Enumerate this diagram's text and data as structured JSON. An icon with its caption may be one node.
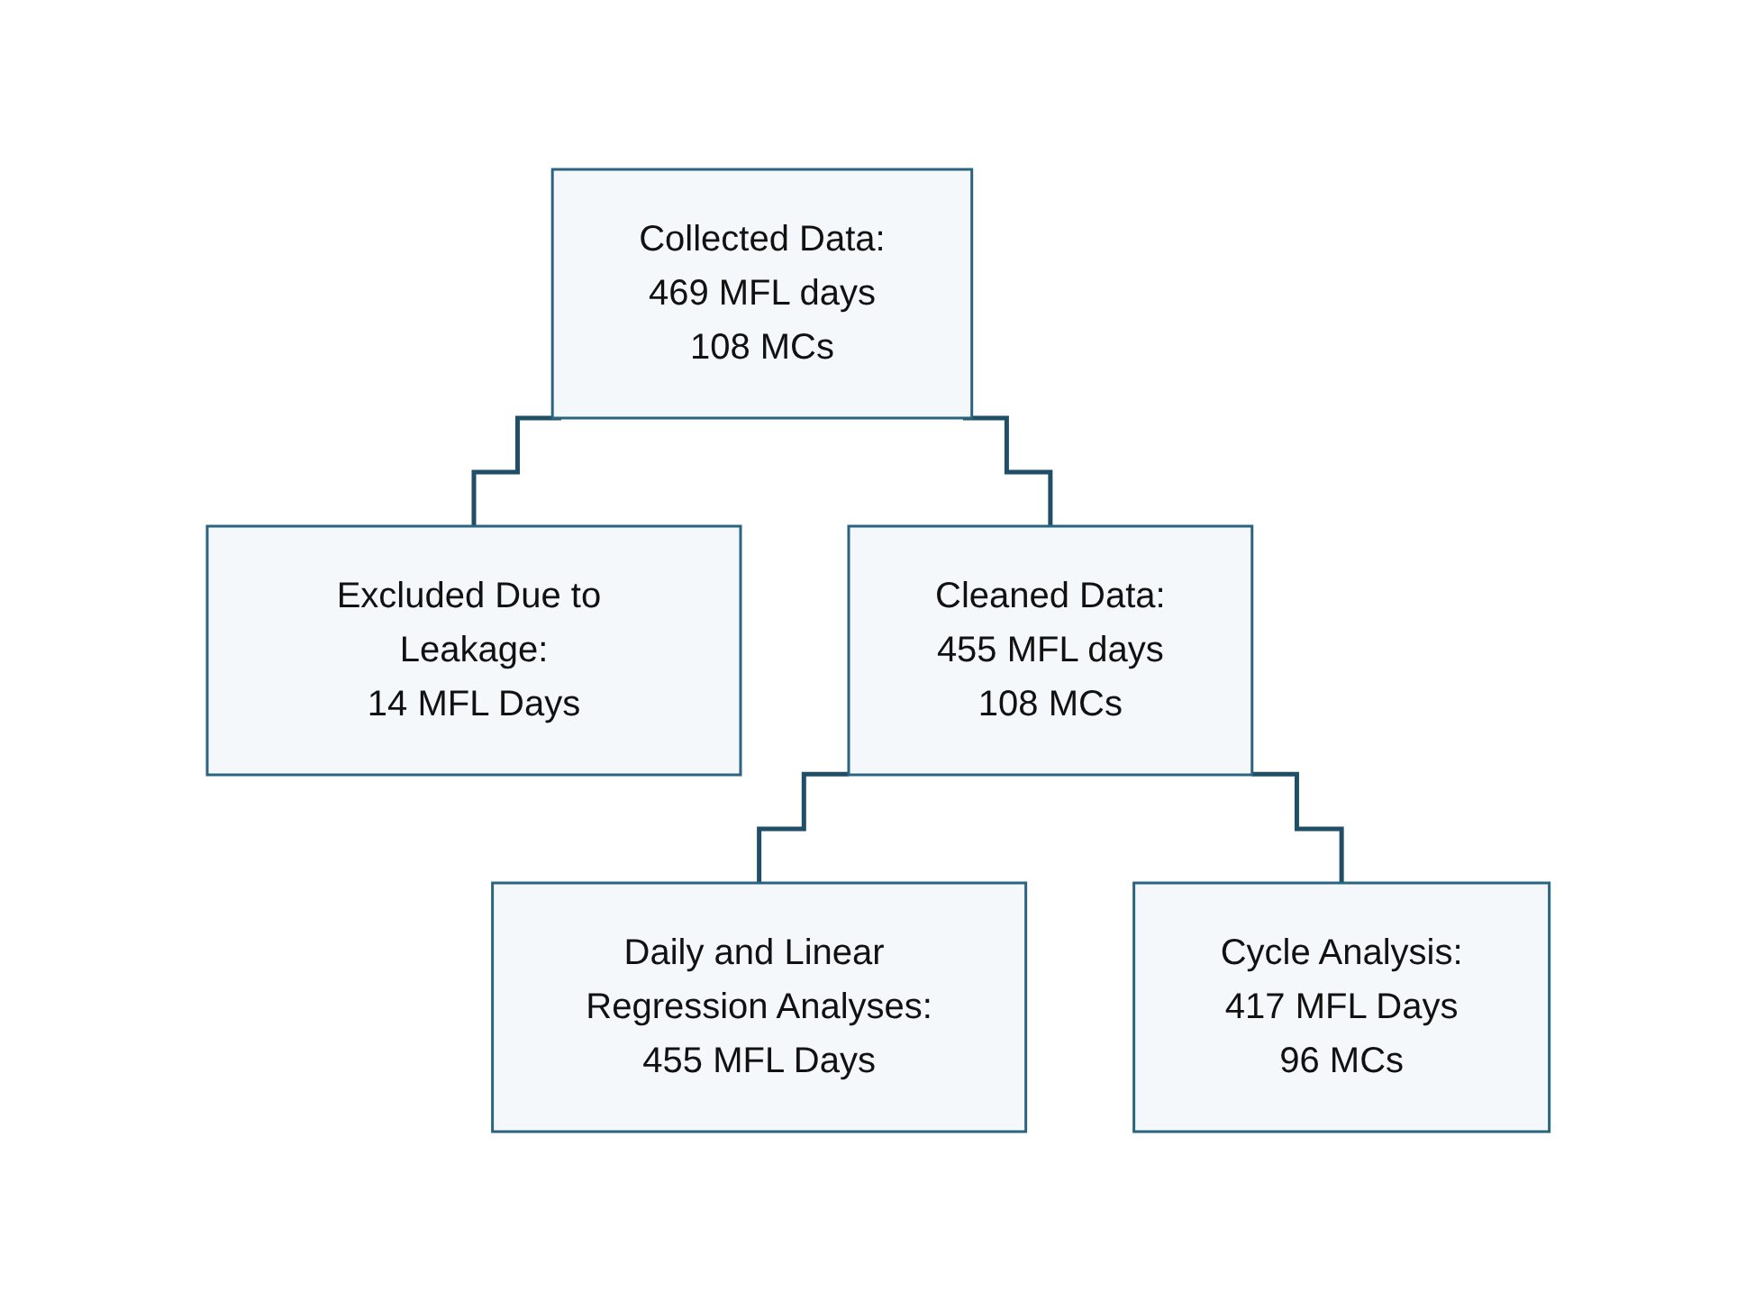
{
  "diagram": {
    "nodes": [
      {
        "text": [
          "Collected Data:",
          "469 MFL days",
          "108 MCs"
        ]
      },
      {
        "text": [
          "Excluded Due to Leakage:",
          "14 MFL Days"
        ]
      },
      {
        "text": [
          "Cleaned Data:",
          "455 MFL days",
          "108 MCs"
        ]
      },
      {
        "text": [
          "Daily and Linear Regression Analyses:",
          "455 MFL Days"
        ]
      },
      {
        "text": [
          "Cycle Analysis:",
          "417 MFL Days",
          "96 MCs"
        ]
      }
    ],
    "edges": [
      {
        "from": 0,
        "to": 1,
        "arrow": "none"
      },
      {
        "from": 0,
        "to": 2,
        "arrow": "none"
      },
      {
        "from": 2,
        "to": 3,
        "arrow": "none"
      },
      {
        "from": 2,
        "to": 4,
        "arrow": "none"
      }
    ]
  }
}
